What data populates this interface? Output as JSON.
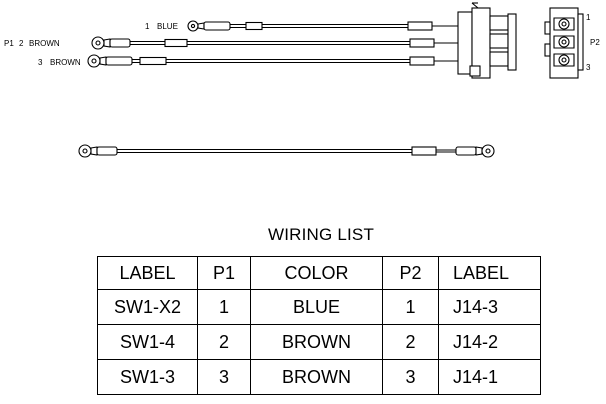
{
  "harness": {
    "p1_label": "P1",
    "p2_label": "P2",
    "wires": [
      {
        "number": "1",
        "color": "BLUE"
      },
      {
        "number": "2",
        "color": "BROWN"
      },
      {
        "number": "3",
        "color": "BROWN"
      }
    ],
    "p2_pins": [
      "1",
      "2",
      "3"
    ]
  },
  "wiring_list": {
    "title": "WIRING LIST",
    "headers": [
      "LABEL",
      "P1",
      "COLOR",
      "P2",
      "LABEL"
    ],
    "rows": [
      [
        "SW1-X2",
        "1",
        "BLUE",
        "1",
        "J14-3"
      ],
      [
        "SW1-4",
        "2",
        "BROWN",
        "2",
        "J14-2"
      ],
      [
        "SW1-3",
        "3",
        "BROWN",
        "3",
        "J14-1"
      ]
    ]
  }
}
